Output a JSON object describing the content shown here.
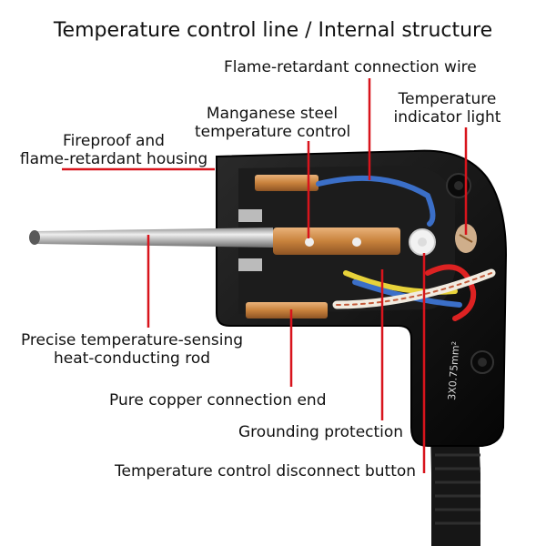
{
  "title": "Temperature control line / Internal structure",
  "labels": {
    "wire": "Flame-retardant connection wire",
    "indicator_line1": "Temperature",
    "indicator_line2": "indicator light",
    "manganese_line1": "Manganese steel",
    "manganese_line2": "temperature control",
    "housing_line1": "Fireproof and",
    "housing_line2": "flame-retardant housing",
    "rod_line1": "Precise temperature-sensing",
    "rod_line2": "heat-conducting rod",
    "copper": "Pure copper connection end",
    "grounding": "Grounding protection",
    "button": "Temperature control disconnect button",
    "cable_print": "3X0.75mm²"
  },
  "colors": {
    "leader": "#d8141c",
    "housing": "#141414",
    "rod": "#b9b9b9",
    "copper": "#c8823c"
  }
}
